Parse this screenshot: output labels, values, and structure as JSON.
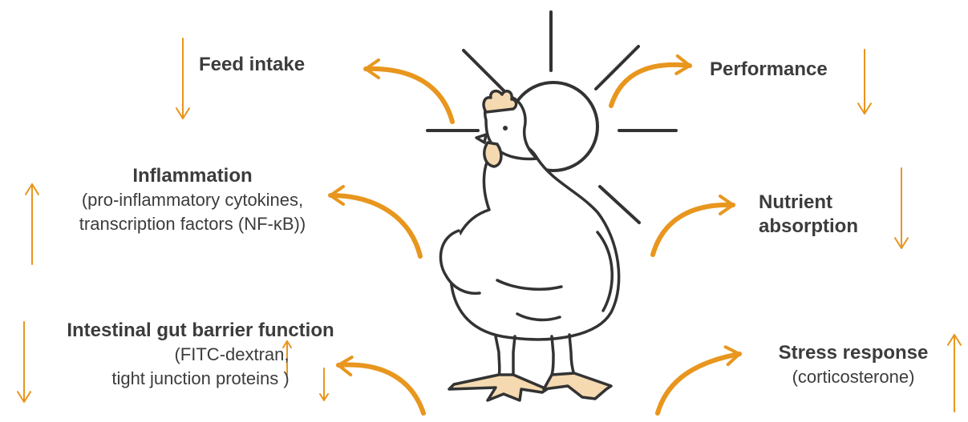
{
  "colors": {
    "arrow": "#E8961E",
    "text": "#3c3c3c",
    "outline": "#333333",
    "feet": "#F5D9B0"
  },
  "icons": {
    "center": "chicken-under-sun-icon",
    "effect": "curved-arrow-icon",
    "direction": "thin-direction-arrow-icon"
  },
  "effects": [
    {
      "title": "Feed intake",
      "direction": "down"
    },
    {
      "title": "Inflammation",
      "detail": "(pro-inflammatory cytokines,",
      "detail2": "transcription factors (NF-κB))",
      "direction": "up"
    },
    {
      "title": "Intestinal gut barrier function",
      "detail": "(FITC-dextran,",
      "detail2": "tight junction proteins )",
      "direction": "down",
      "detail_direction": "up",
      "detail2_direction": "down"
    },
    {
      "title": "Performance",
      "direction": "down"
    },
    {
      "title": "Nutrient",
      "title2": "absorption",
      "direction": "down"
    },
    {
      "title": "Stress response",
      "detail": "(corticosterone)",
      "direction": "up"
    }
  ]
}
